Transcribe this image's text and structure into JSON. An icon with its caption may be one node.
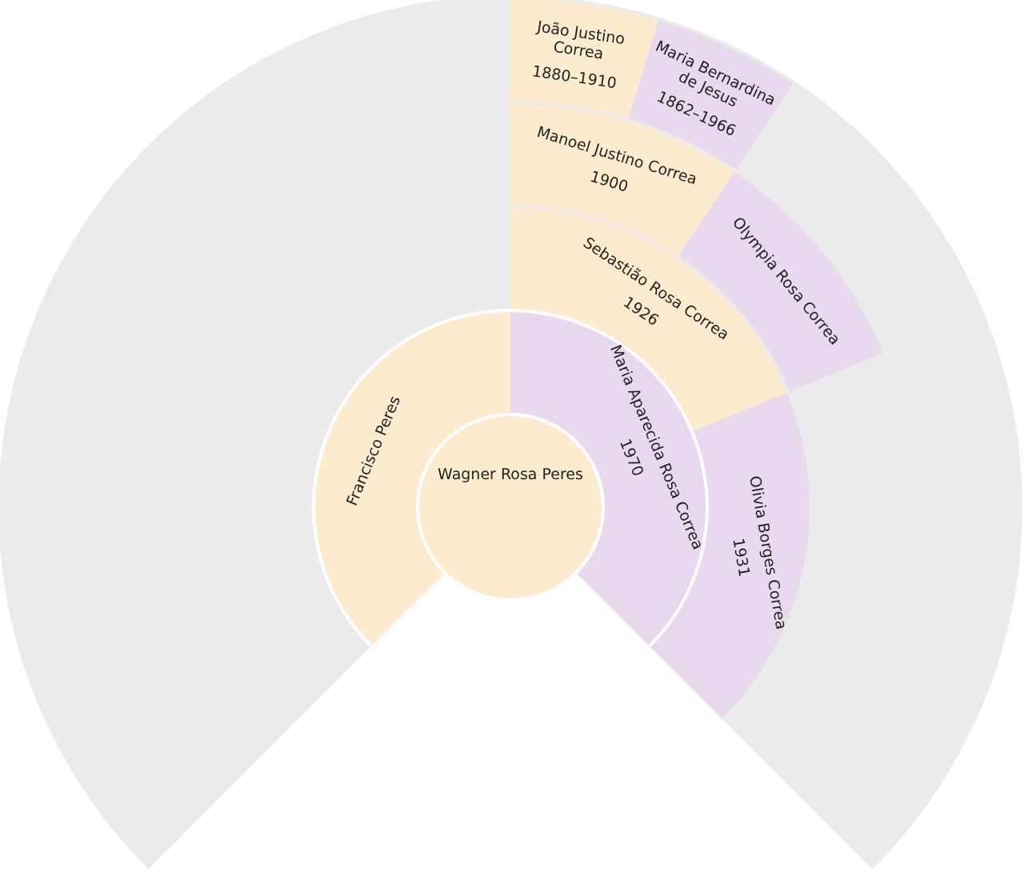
{
  "diagram": {
    "nodes": [
      {
        "text": [
          "Wagner Rosa Peres"
        ]
      },
      {
        "text": [
          "Francisco Peres"
        ]
      },
      {
        "text": [
          "Maria Aparecida Rosa Correa",
          "1970"
        ]
      },
      {
        "text": [
          "Sebastião Rosa Correa",
          "1926"
        ]
      },
      {
        "text": [
          "Olivia Borges Correa",
          "1931"
        ]
      },
      {
        "text": [
          "Manoel Justino Correa",
          "1900"
        ]
      },
      {
        "text": [
          "Olympia Rosa Correa"
        ]
      },
      {
        "text": [
          "João Justino Correa",
          "1880–1910"
        ]
      },
      {
        "text": [
          "Maria Bernardina de Jesus",
          "1862–1966"
        ]
      }
    ]
  }
}
